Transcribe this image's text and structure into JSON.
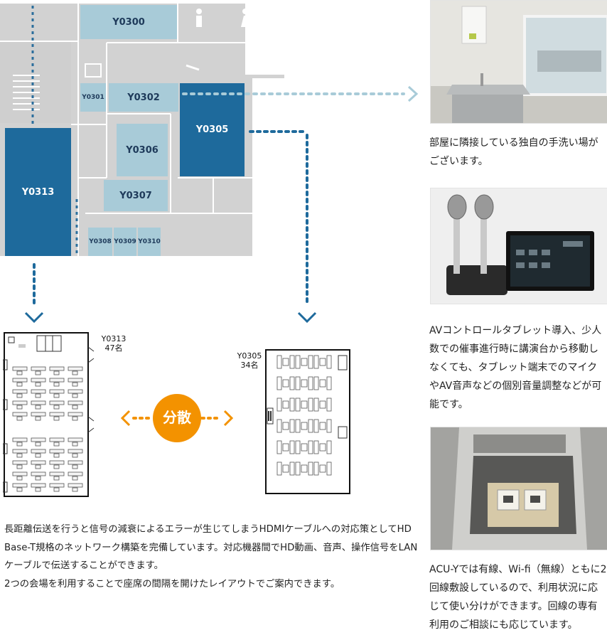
{
  "floor_rooms": {
    "y0300": "Y0300",
    "y0301": "Y0301",
    "y0302": "Y0302",
    "y0305": "Y0305",
    "y0306": "Y0306",
    "y0307": "Y0307",
    "y0308": "Y0308",
    "y0309": "Y0309",
    "y0310": "Y0310",
    "y0313": "Y0313"
  },
  "layouts": {
    "left": {
      "room": "Y0313",
      "capacity": "47名"
    },
    "right": {
      "room": "Y0305",
      "capacity": "34名"
    },
    "badge": "分散"
  },
  "photo_captions": [
    "部屋に隣接している独自の手洗い場がございます。",
    "AVコントロールタブレット導入、少人数での催事進行時に講演台から移動しなくても、タブレット端末でのマイクやAV音声などの個別音量調整などが可能です。",
    "ACU-Yでは有線、Wi-fi（無線）ともに2回線敷設しているので、利用状況に応じて使い分けができます。回線の専有利用のご相談にも応じています。"
  ],
  "main_text": [
    "長距離伝送を行うと信号の減衰によるエラーが生じてしまうHDMIケーブルへの対応策としてHD Base-T規格のネットワーク構築を完備しています。対応機器間でHD動画、音声、操作信号をLANケーブルで伝送することができます。",
    "2つの会場を利用することで座席の間隔を開けたレイアウトでご案内できます。"
  ],
  "colors": {
    "light_room": "#a8cbd8",
    "dark_room": "#1e6a9c",
    "floor_gray": "#cfcfcf",
    "badge_orange": "#f39200",
    "dot_dark": "#1e6a9c",
    "dot_light": "#a8cbd8"
  }
}
